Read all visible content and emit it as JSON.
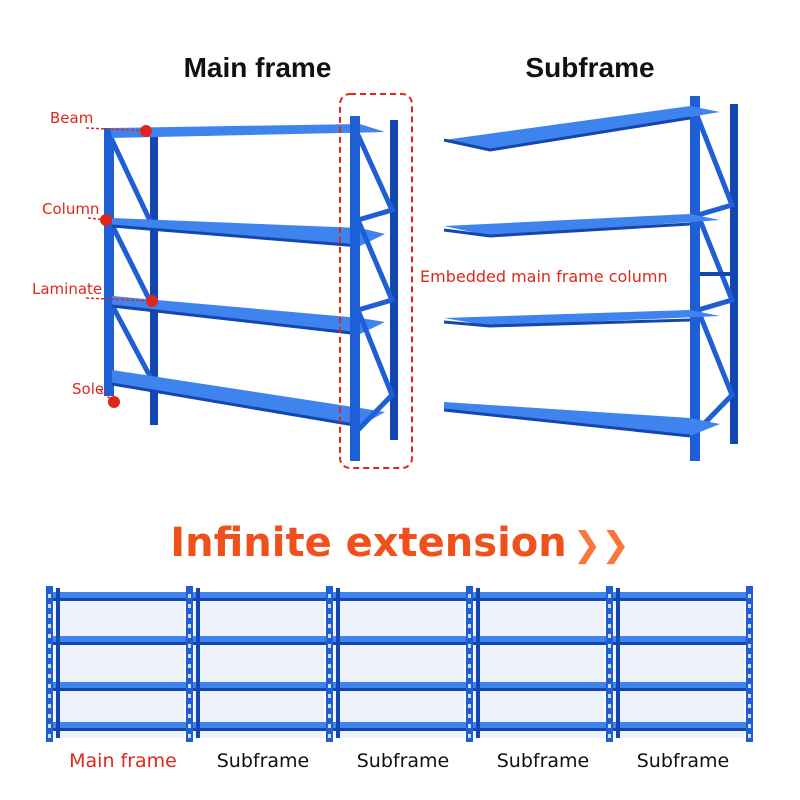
{
  "titles": {
    "main_frame": "Main frame",
    "subframe": "Subframe"
  },
  "callouts": {
    "beam": "Beam",
    "column": "Column",
    "laminate": "Laminate",
    "sole": "Sole",
    "embedded": "Embedded main frame column"
  },
  "banner": {
    "text": "Infinite extension",
    "arrow": "❯❯"
  },
  "bottom_labels": [
    "Main frame",
    "Subframe",
    "Subframe",
    "Subframe",
    "Subframe"
  ],
  "colors": {
    "rack_blue": "#1f5fd6",
    "rack_dark": "#1446b0",
    "shelf_top": "#3f83ee",
    "callout_red": "#e0261b",
    "banner_orange": "#f0501c"
  }
}
